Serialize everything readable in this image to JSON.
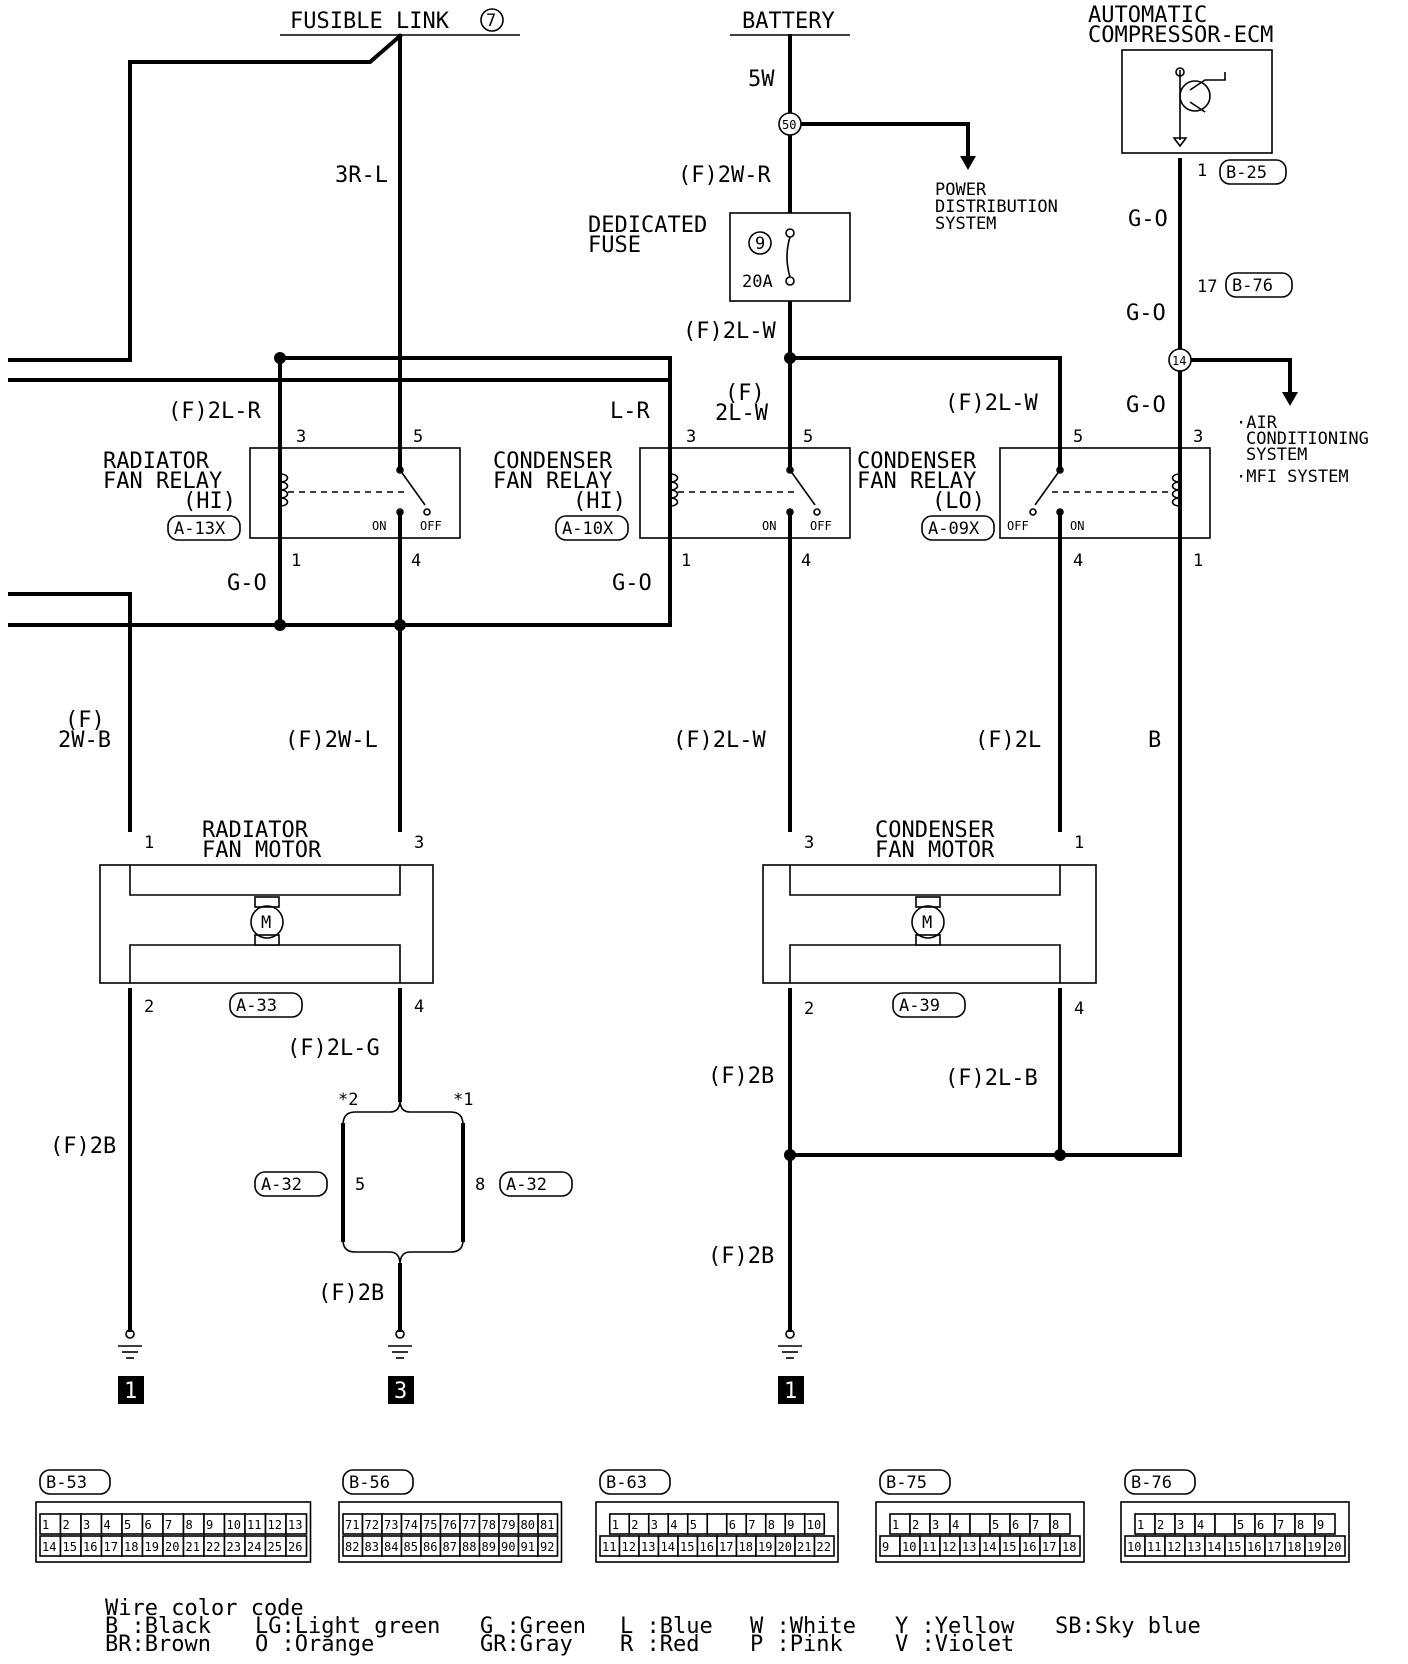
{
  "sources": {
    "fusible_link": "FUSIBLE LINK",
    "fusible_link_no": "7",
    "battery": "BATTERY",
    "ecm_line1": "AUTOMATIC",
    "ecm_line2": "COMPRESSOR-ECM"
  },
  "wires": {
    "w_5w": "5W",
    "w_3rl": "3R-L",
    "w_f2wr": "(F)2W-R",
    "w_f2lw_fuse": "(F)2L-W",
    "w_go_1": "G-O",
    "w_go_2": "G-O",
    "w_go_3": "G-O",
    "w_f2lr": "(F)2L-R",
    "w_lr": "L-R",
    "w_f_top": "(F)",
    "w_2lw": "2L-W",
    "w_f2lw_lo": "(F)2L-W",
    "w_go_rad": "G-O",
    "w_go_cond": "G-O",
    "w_f_2wb_top": "(F)",
    "w_f_2wb_bot": "2W-B",
    "w_f2wl": "(F)2W-L",
    "w_f2lw_motor": "(F)2L-W",
    "w_f2l": "(F)2L",
    "w_b": "B",
    "w_f2lg": "(F)2L-G",
    "w_f2b_rad": "(F)2B",
    "w_f2b_mid": "(F)2B",
    "w_f2b_cond1": "(F)2B",
    "w_f2lb": "(F)2L-B",
    "w_f2b_cond2": "(F)2B"
  },
  "junctions": {
    "j50": "50",
    "j14": "14"
  },
  "fuse": {
    "label1": "DEDICATED",
    "label2": "FUSE",
    "number": "9",
    "rating": "20A"
  },
  "power_dist": {
    "line1": "POWER",
    "line2": "DISTRIBUTION",
    "line3": "SYSTEM"
  },
  "ac_system": {
    "line1": "·AIR",
    "line2": "CONDITIONING",
    "line3": "SYSTEM",
    "line4": "·MFI SYSTEM"
  },
  "connectors": {
    "b25": "B-25",
    "b25_pin": "1",
    "b76": "B-76",
    "b76_pin": "17",
    "a13x": "A-13X",
    "a10x": "A-10X",
    "a09x": "A-09X",
    "a33": "A-33",
    "a39": "A-39",
    "a32_l": "A-32",
    "a32_r": "A-32"
  },
  "relays": {
    "rad_hi": {
      "l1": "RADIATOR",
      "l2": "FAN RELAY",
      "l3": "(HI)",
      "p3": "3",
      "p5": "5",
      "p1": "1",
      "p4": "4",
      "on": "ON",
      "off": "OFF"
    },
    "cond_hi": {
      "l1": "CONDENSER",
      "l2": "FAN RELAY",
      "l3": "(HI)",
      "p3": "3",
      "p5": "5",
      "p1": "1",
      "p4": "4",
      "on": "ON",
      "off": "OFF"
    },
    "cond_lo": {
      "l1": "CONDENSER",
      "l2": "FAN RELAY",
      "l3": "(LO)",
      "p5": "5",
      "p3": "3",
      "p4": "4",
      "p1": "1",
      "on": "ON",
      "off": "OFF"
    }
  },
  "motors": {
    "rad": {
      "l1": "RADIATOR",
      "l2": "FAN MOTOR",
      "p1": "1",
      "p3": "3",
      "p2": "2",
      "p4": "4",
      "m": "M"
    },
    "cond": {
      "l1": "CONDENSER",
      "l2": "FAN MOTOR",
      "p3": "3",
      "p1": "1",
      "p2": "2",
      "p4": "4",
      "m": "M"
    }
  },
  "splice": {
    "star2": "*2",
    "star1": "*1",
    "pin5": "5",
    "pin8": "8"
  },
  "grounds": {
    "g1": "1",
    "g3": "3",
    "g1b": "1"
  },
  "connector_faces": [
    {
      "label": "B-53",
      "row1": [
        "1",
        "2",
        "3",
        "4",
        "5",
        "6",
        "7",
        "8",
        "9",
        "10",
        "11",
        "12",
        "13"
      ],
      "row2": [
        "14",
        "15",
        "16",
        "17",
        "18",
        "19",
        "20",
        "21",
        "22",
        "23",
        "24",
        "25",
        "26"
      ]
    },
    {
      "label": "B-56",
      "row1": [
        "71",
        "72",
        "73",
        "74",
        "75",
        "76",
        "77",
        "78",
        "79",
        "80",
        "81"
      ],
      "row2": [
        "82",
        "83",
        "84",
        "85",
        "86",
        "87",
        "88",
        "89",
        "90",
        "91",
        "92"
      ]
    },
    {
      "label": "B-63",
      "row1": [
        "1",
        "2",
        "3",
        "4",
        "5",
        "",
        "6",
        "7",
        "8",
        "9",
        "10"
      ],
      "row2": [
        "11",
        "12",
        "13",
        "14",
        "15",
        "16",
        "17",
        "18",
        "19",
        "20",
        "21",
        "22"
      ]
    },
    {
      "label": "B-75",
      "row1": [
        "1",
        "2",
        "3",
        "4",
        "",
        "5",
        "6",
        "7",
        "8"
      ],
      "row2": [
        "9",
        "10",
        "11",
        "12",
        "13",
        "14",
        "15",
        "16",
        "17",
        "18"
      ]
    },
    {
      "label": "B-76",
      "row1": [
        "1",
        "2",
        "3",
        "4",
        "",
        "5",
        "6",
        "7",
        "8",
        "9"
      ],
      "row2": [
        "10",
        "11",
        "12",
        "13",
        "14",
        "15",
        "16",
        "17",
        "18",
        "19",
        "20"
      ]
    }
  ],
  "color_code": {
    "title": "Wire color code",
    "items": [
      [
        "B :Black",
        "BR:Brown"
      ],
      [
        "LG:Light green",
        "O :Orange"
      ],
      [
        "G :Green",
        "GR:Gray"
      ],
      [
        "L :Blue",
        "R :Red"
      ],
      [
        "W :White",
        "P :Pink"
      ],
      [
        "Y :Yellow",
        "V :Violet"
      ],
      [
        "SB:Sky blue",
        ""
      ]
    ]
  }
}
